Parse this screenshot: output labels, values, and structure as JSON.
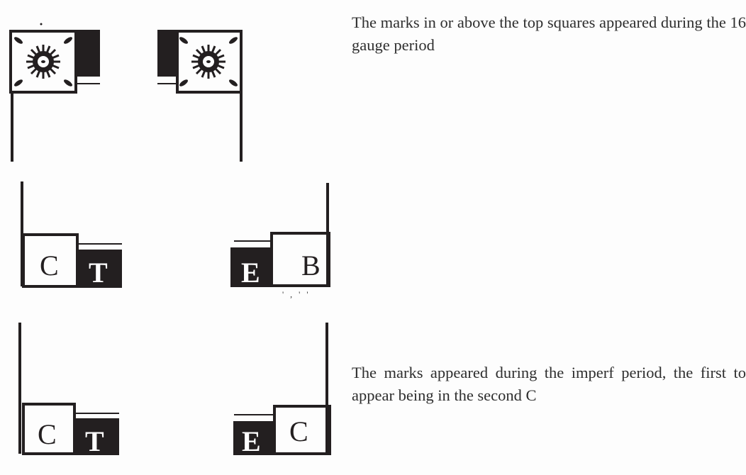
{
  "paragraphs": {
    "top_note": "The marks in or above the top squares appeared during the 16 gauge period",
    "bottom_note": "The marks appeared during the imperf period, the first to appear being in the second C"
  },
  "figures": {
    "row2_left": {
      "box_letter": "C",
      "black_letter": "T"
    },
    "row2_right": {
      "black_letter": "E",
      "box_letter": "B",
      "marks": "' , ' '"
    },
    "row3_left": {
      "box_letter": "C",
      "black_letter": "T"
    },
    "row3_right": {
      "black_letter": "E",
      "box_letter": "C"
    }
  },
  "colors": {
    "ink": "#231f20",
    "paper": "#fdfdfd"
  }
}
